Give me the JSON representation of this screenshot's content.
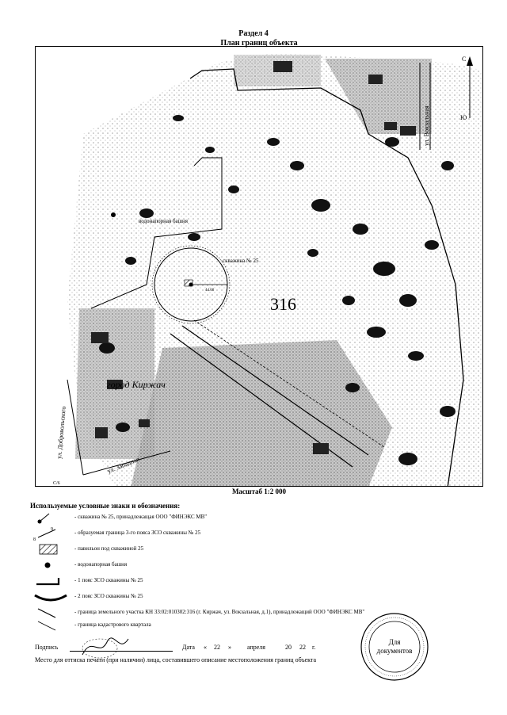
{
  "header": {
    "section": "Раздел 4",
    "plan_title": "План границ объекта"
  },
  "map": {
    "parcel_number": "316",
    "town_label": "город Киржач",
    "streets": {
      "vokzalnaya": "ул. Вокзальная",
      "zapadnaya": "ул. Западная",
      "dobrovolskogo": "ул. Добровольского"
    },
    "objects": {
      "water_tower": "водонапорная башня",
      "well": "скважина № 25"
    },
    "radius_label": "44.00",
    "compass": {
      "north": "С",
      "south": "Ю"
    },
    "corner_label": "С/6"
  },
  "scale": "Масштаб 1:2 000",
  "legend": {
    "title": "Используемые условные знаки и обозначения:",
    "items": [
      {
        "icon": "well-icon",
        "text": "- скважина № 25, принадлежащая ООО \"ФИНЭКС МВ\""
      },
      {
        "icon": "zso3-boundary-icon",
        "text": "- образуемая граница 3-го пояса ЗСО скважины № 25",
        "num_a": "9",
        "num_b": "8"
      },
      {
        "icon": "pavilion-icon",
        "text": "- павильон под скважиной 25"
      },
      {
        "icon": "water-tower-icon",
        "text": "- водонапорная башня"
      },
      {
        "icon": "zso1-icon",
        "text": "- 1 пояс ЗСО скважины № 25"
      },
      {
        "icon": "zso2-icon",
        "text": "- 2 пояс ЗСО скважины № 25"
      },
      {
        "icon": "land-plot-boundary-icon",
        "text": "- граница земельного участка КН 33:02:010302:316 (г. Киржач, ул. Вокзальная, д.1), принадлежащий ООО \"ФИНЭКС МВ\""
      },
      {
        "icon": "cadastral-quarter-icon",
        "text": "- граница кадастрового квартала"
      }
    ]
  },
  "signature": {
    "sign_label": "Подпись",
    "date_label": "Дата",
    "quote_open": "«",
    "day": "22",
    "quote_close": "»",
    "month": "апреля",
    "year_prefix": "20",
    "year_suffix": "22",
    "year_unit": "г."
  },
  "stamp_note": "Место для оттиска печати (при наличии) лица, составившего описание местоположения границ объекта",
  "stamp": {
    "line1": "Для",
    "line2": "документов"
  }
}
